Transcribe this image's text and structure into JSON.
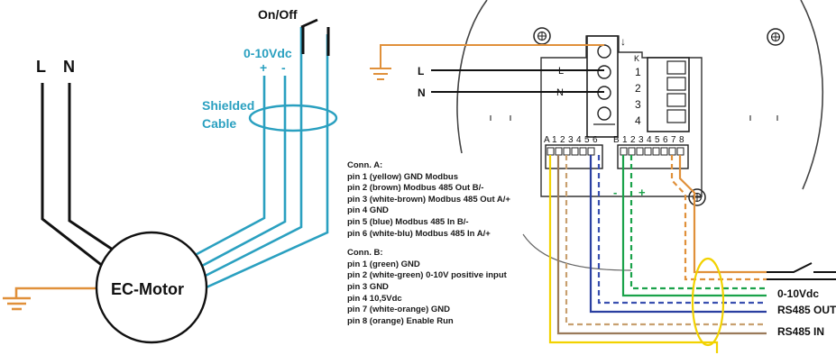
{
  "colors": {
    "accent_cyan": "#2aa0c0",
    "earth_orange": "#e0903a",
    "signal_green": "#1aa24a",
    "rs485_blue": "#2a3fa0",
    "rs485_brown": "#9a7a5a",
    "yellow_wire": "#f2d200",
    "wire_black": "#111111"
  },
  "left": {
    "L": "L",
    "N": "N",
    "on_off": "On/Off",
    "signal": "0-10Vdc",
    "plus": "+",
    "minus": "-",
    "shielded_1": "Shielded",
    "shielded_2": "Cable",
    "motor": "EC-Motor"
  },
  "right": {
    "L": "L",
    "N": "N",
    "term_L": "L",
    "term_N": "N",
    "conn_k": "K",
    "k_pins": [
      "1",
      "2",
      "3",
      "4"
    ],
    "strip_a_label": "A",
    "strip_a_pins": [
      "1",
      "2",
      "3",
      "4",
      "5",
      "6"
    ],
    "strip_b_label": "B",
    "strip_b_pins": [
      "1",
      "2",
      "3",
      "4",
      "5",
      "6",
      "7",
      "8"
    ],
    "plus": "+",
    "minus": "-",
    "out_010": "0-10Vdc",
    "out_rs_out": "RS485 OUT",
    "out_rs_in": "RS485 IN"
  },
  "conn_a": {
    "title": "Conn. A:",
    "lines": [
      "pin 1 (yellow) GND Modbus",
      "pin 2 (brown) Modbus 485 Out B/-",
      "pin 3 (white-brown) Modbus 485 Out A/+",
      "pin 4 GND",
      "pin 5 (blue) Modbus 485 In B/-",
      "pin 6 (white-blu) Modbus 485 In A/+"
    ]
  },
  "conn_b": {
    "title": "Conn. B:",
    "lines": [
      "pin 1 (green) GND",
      "pin 2 (white-green) 0-10V positive input",
      "pin 3 GND",
      "pin 4 10,5Vdc",
      "pin 7 (white-orange) GND",
      "pin 8 (orange) Enable Run"
    ]
  }
}
